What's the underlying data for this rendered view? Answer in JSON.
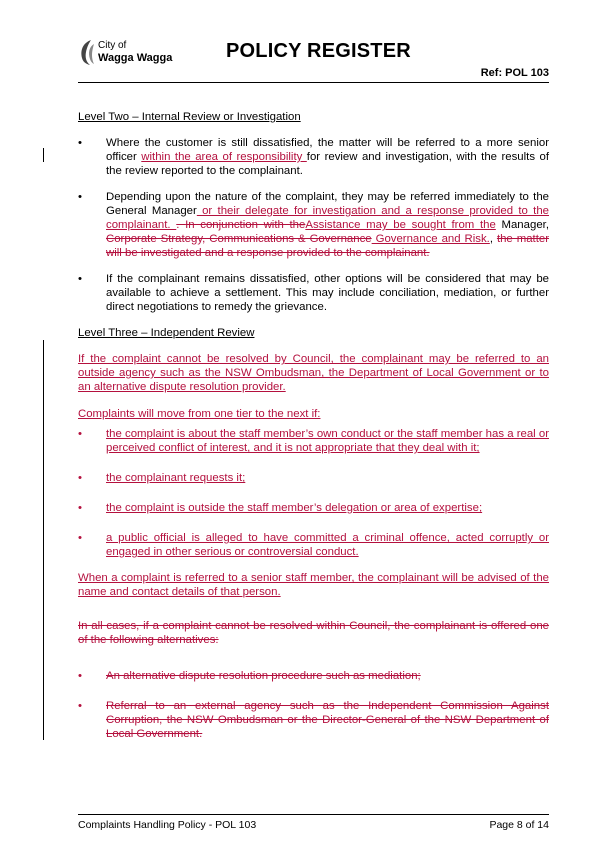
{
  "header": {
    "logo_line1": "City of",
    "logo_line2": "Wagga Wagga",
    "title": "POLICY REGISTER",
    "ref": "Ref: POL 103"
  },
  "level_two": {
    "heading": "Level Two – Internal Review or Investigation",
    "b1": {
      "t1": "Where the customer is still dissatisfied, the matter will be referred to a more senior officer ",
      "ins1": "within the area of responsibility ",
      "t2": "for review and investigation, with the results of the review reported to the complainant."
    },
    "b2": {
      "t1": "Depending upon the nature of the complaint, they may be referred immediately to the General Manager",
      "ins1": " or their delegate for investigation and a response provided to the complainant. ",
      "del1": ". ",
      "del2": "In conjunction with the",
      "ins2": "Assistance may be sought from the",
      "t2": " Manager, ",
      "del3": "Corporate Strategy, Communications & Governance",
      "ins3": " Governance and Risk.",
      "t3": ", ",
      "del4": "the matter will be investigated and a response provided to the complainant."
    },
    "b3": {
      "t1": "If the complainant remains dissatisfied, other options will be considered that may be available to achieve a settlement. This may include conciliation, mediation, or further direct negotiations to remedy the grievance."
    }
  },
  "level_three": {
    "heading": "Level Three – Independent Review",
    "p1": "If the complaint cannot be resolved by Council, the complainant may be referred to an outside agency such as the NSW Ombudsman, the Department of Local Government or to an alternative dispute resolution provider.",
    "p2": "Complaints will move from one tier to the next if:",
    "bullets": [
      "the complaint is about the staff member’s own conduct or the staff member has a real or perceived conflict of interest, and it is not appropriate that they deal with it;",
      "the complainant requests it;",
      "the complaint is outside the staff member’s delegation or area of expertise;",
      "a public official is alleged to have committed a criminal offence, acted corruptly or engaged in other serious or controversial conduct."
    ],
    "p3": "When a complaint is referred to a senior staff member, the complainant will be advised of the name and contact details of that person.",
    "p4": "In all cases, if a complaint cannot be resolved within Council, the complainant is offered one of the following alternatives:",
    "del_bullets": [
      "An alternative dispute resolution procedure such as mediation;",
      "Referral to an external agency such as the Independent Commission Against Corruption, the NSW Ombudsman or the Director-General of the NSW Department of Local Government."
    ]
  },
  "footer": {
    "left": "Complaints Handling Policy - POL 103",
    "right": "Page 8 of 14"
  },
  "colors": {
    "revision": "#b4103e",
    "logo": "#444444"
  }
}
